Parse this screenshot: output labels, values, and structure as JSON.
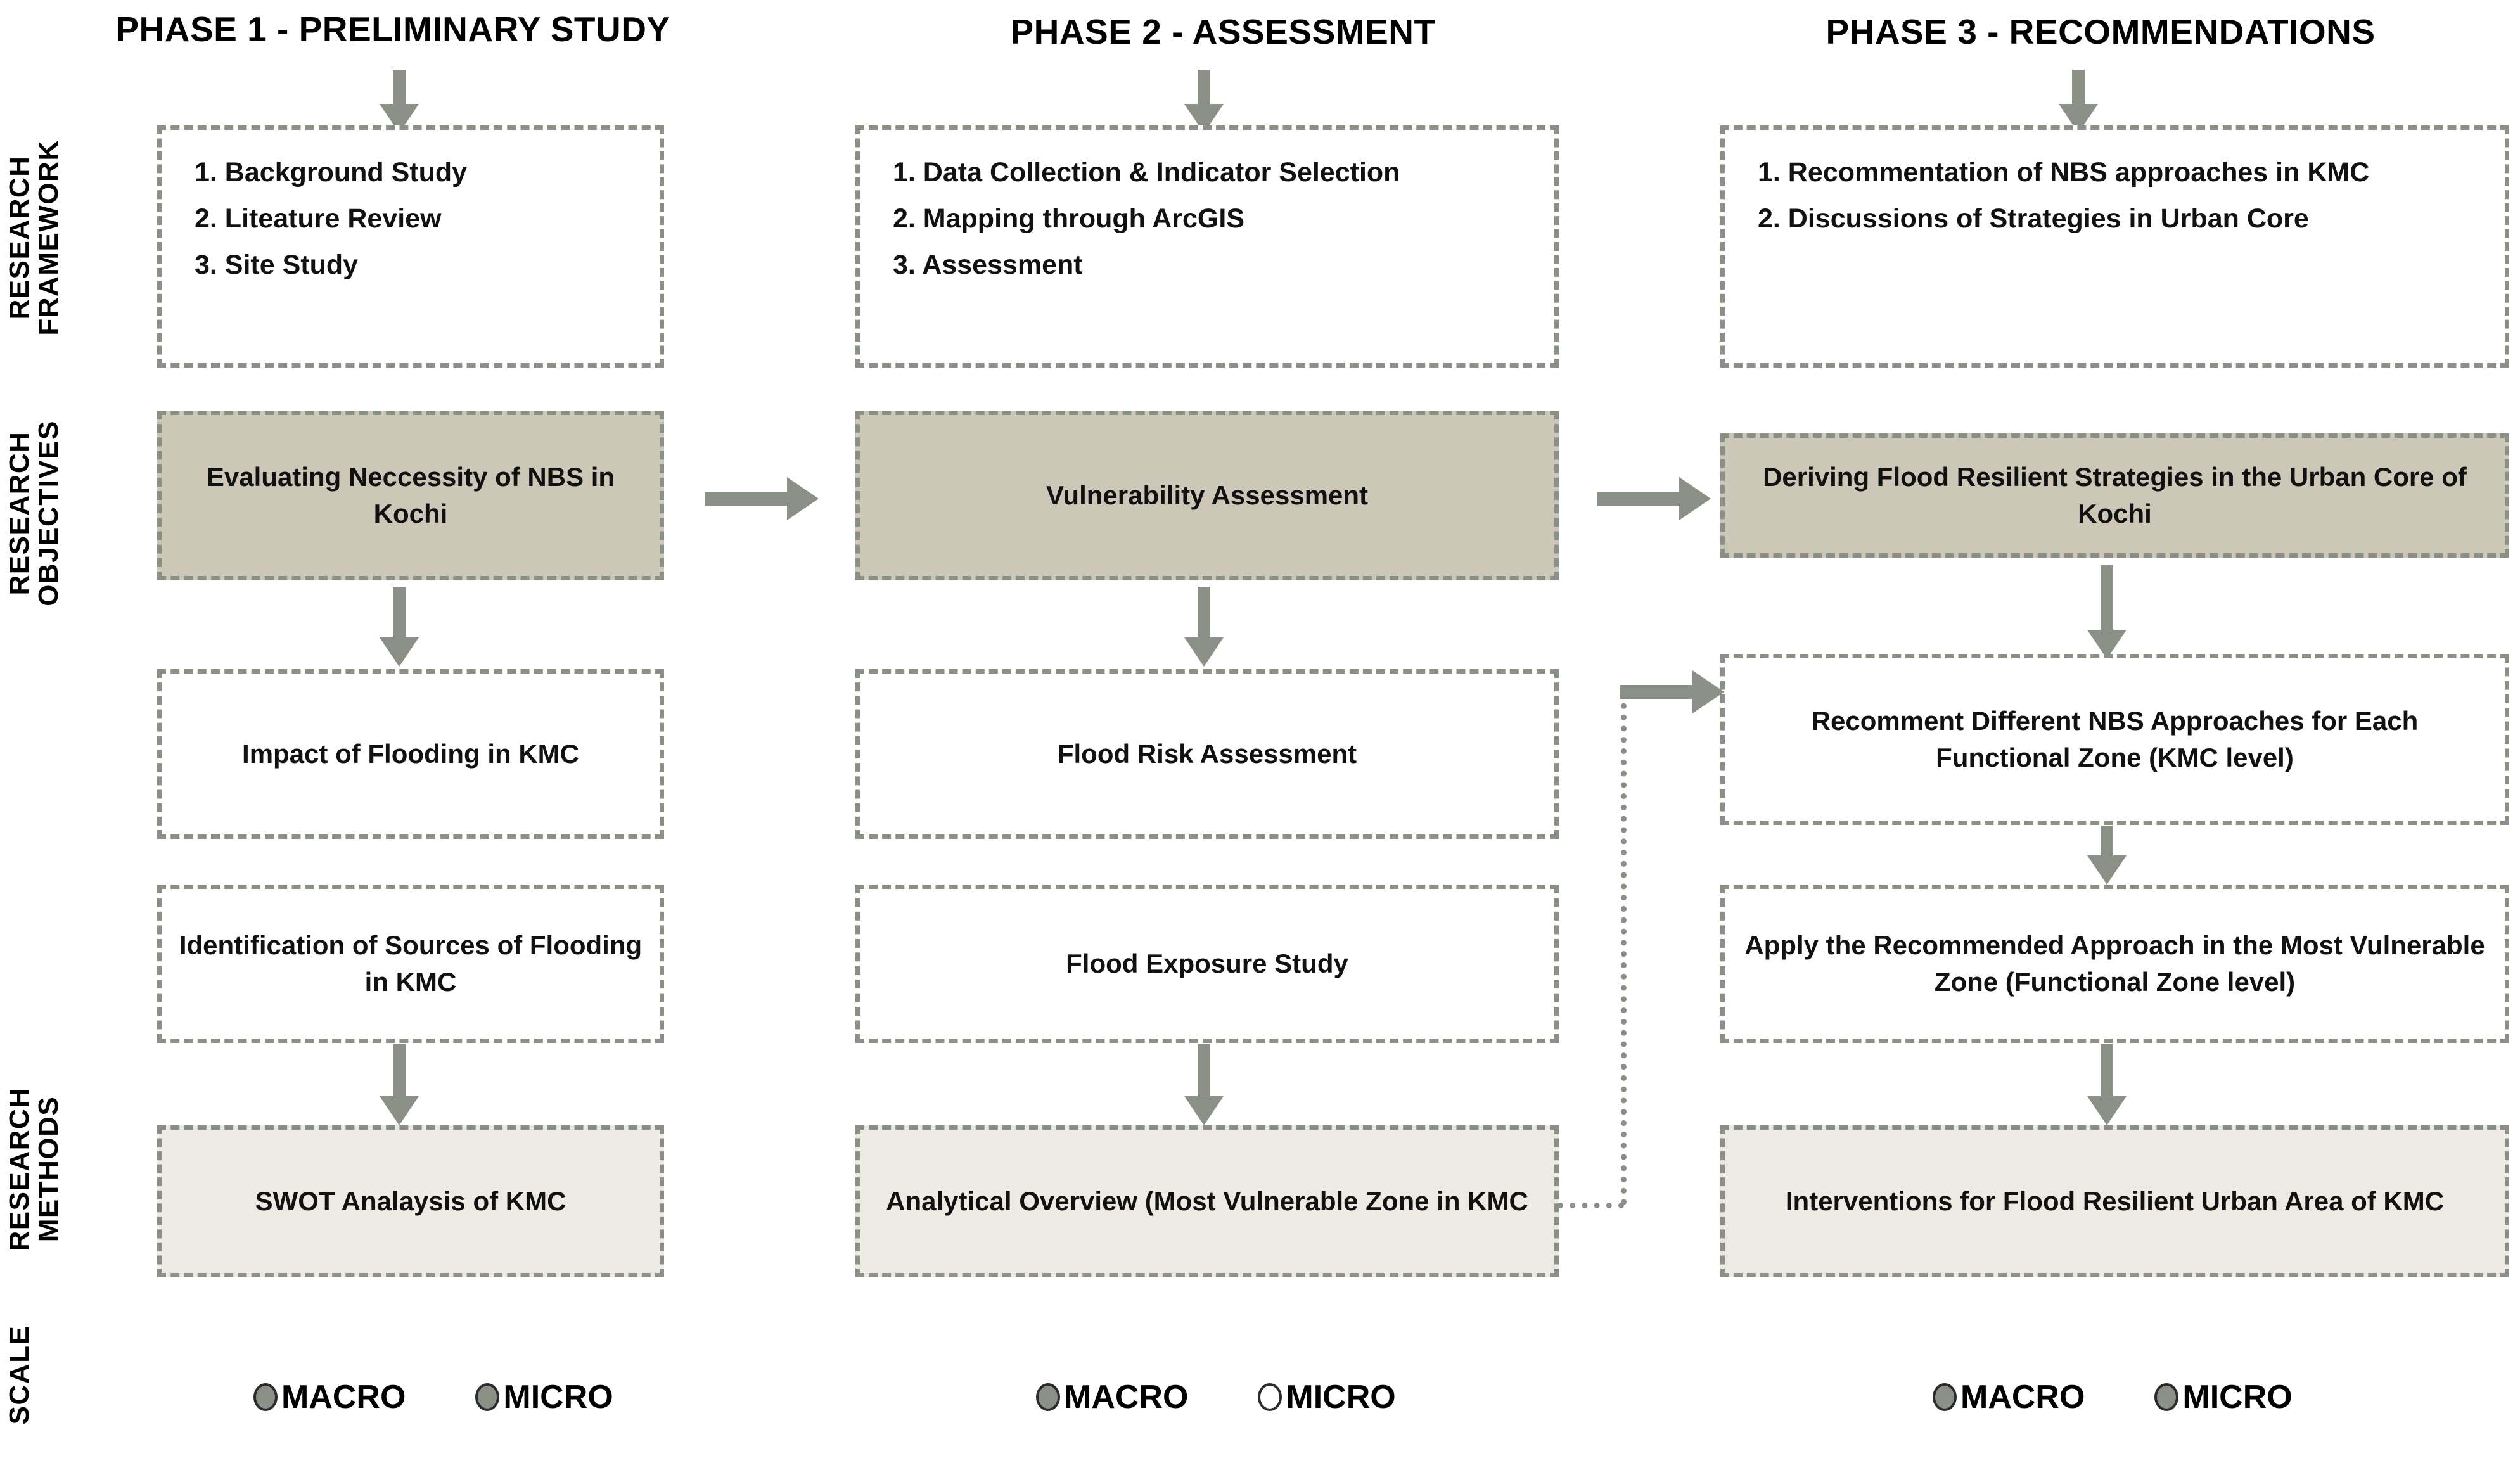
{
  "phases": [
    {
      "title": "PHASE 1 - PRELIMINARY STUDY"
    },
    {
      "title": "PHASE 2 - ASSESSMENT"
    },
    {
      "title": "PHASE 3 - RECOMMENDATIONS"
    }
  ],
  "row_labels": {
    "framework": {
      "line1": "RESEARCH",
      "line2": "FRAMEWORK"
    },
    "objectives": {
      "line1": "RESEARCH",
      "line2": "OBJECTIVES"
    },
    "methods": {
      "line1": "RESEARCH",
      "line2": "METHODS"
    },
    "scale": {
      "line1": "SCALE"
    }
  },
  "framework": {
    "p1": [
      "1. Background Study",
      "2. Liteature Review",
      "3. Site Study"
    ],
    "p2": [
      "1. Data Collection & Indicator Selection",
      "2. Mapping through ArcGIS",
      "3. Assessment"
    ],
    "p3": [
      "1. Recommentation of NBS approaches in KMC",
      "2. Discussions of Strategies in Urban Core"
    ]
  },
  "objectives": {
    "p1": "Evaluating Neccessity of NBS in Kochi",
    "p2": "Vulnerability Assessment",
    "p3": "Deriving Flood Resilient Strategies in the Urban Core of Kochi"
  },
  "steps": {
    "p1_a": "Impact of Flooding in KMC",
    "p1_b": "Identification of Sources of Flooding in KMC",
    "p2_a": "Flood Risk Assessment",
    "p2_b": "Flood Exposure Study",
    "p3_a": "Recomment Different NBS Approaches for Each Functional Zone (KMC level)",
    "p3_b": "Apply the Recommended Approach in the Most Vulnerable Zone (Functional Zone level)"
  },
  "methods": {
    "p1": "SWOT Analaysis of KMC",
    "p2": "Analytical Overview (Most Vulnerable Zone in KMC",
    "p3": "Interventions for Flood Resilient Urban Area of KMC"
  },
  "scale": {
    "p1": [
      {
        "label": "MACRO",
        "state": "filled"
      },
      {
        "label": "MICRO",
        "state": "filled"
      }
    ],
    "p2": [
      {
        "label": "MACRO",
        "state": "filled"
      },
      {
        "label": "MICRO",
        "state": "hollow"
      }
    ],
    "p3": [
      {
        "label": "MACRO",
        "state": "filled"
      },
      {
        "label": "MICRO",
        "state": "filled"
      }
    ]
  },
  "colors": {
    "line": "#8a9086",
    "objective_fill": "#cdc7b8",
    "method_fill": "#edeae4",
    "text": "#111111"
  }
}
